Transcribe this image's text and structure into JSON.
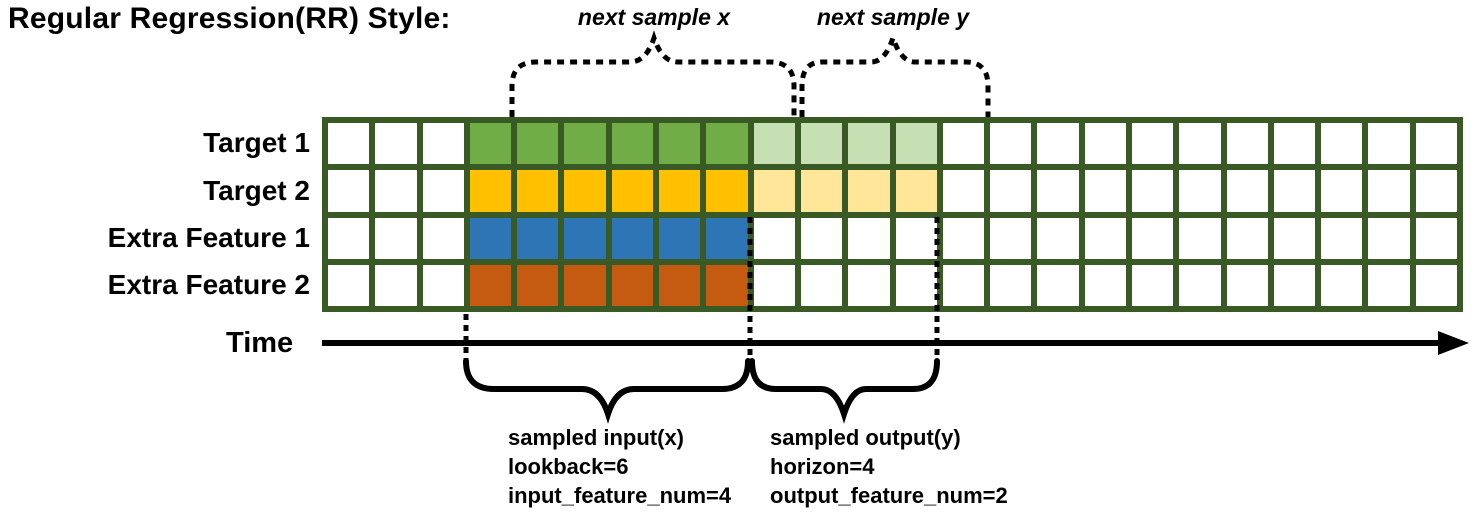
{
  "title": "Regular Regression(RR) Style:",
  "colors": {
    "grid_border": "#3A5A25",
    "target1": "#70AD47",
    "target1_light": "#C6E0B4",
    "target2": "#FFC000",
    "target2_light": "#FFE699",
    "feature1": "#2E75B6",
    "feature2": "#C55A11",
    "line": "#000000"
  },
  "grid": {
    "columns": 24,
    "border_color": "#3A5A25",
    "rows": [
      {
        "label": "Target 1",
        "color": "#70AD47",
        "light": "#C6E0B4",
        "input": [
          3,
          9
        ],
        "output": [
          9,
          13
        ]
      },
      {
        "label": "Target 2",
        "color": "#FFC000",
        "light": "#FFE699",
        "input": [
          3,
          9
        ],
        "output": [
          9,
          13
        ]
      },
      {
        "label": "Extra Feature 1",
        "color": "#2E75B6",
        "input": [
          3,
          9
        ]
      },
      {
        "label": "Extra Feature 2",
        "color": "#C55A11",
        "input": [
          3,
          9
        ]
      }
    ]
  },
  "annotations": {
    "next_sample_x": "next sample x",
    "next_sample_y": "next sample y",
    "time_label": "Time",
    "input_lines": [
      "sampled input(x)",
      "lookback=6",
      "input_feature_num=4"
    ],
    "output_lines": [
      "sampled output(y)",
      "horizon=4",
      "output_feature_num=2"
    ]
  }
}
